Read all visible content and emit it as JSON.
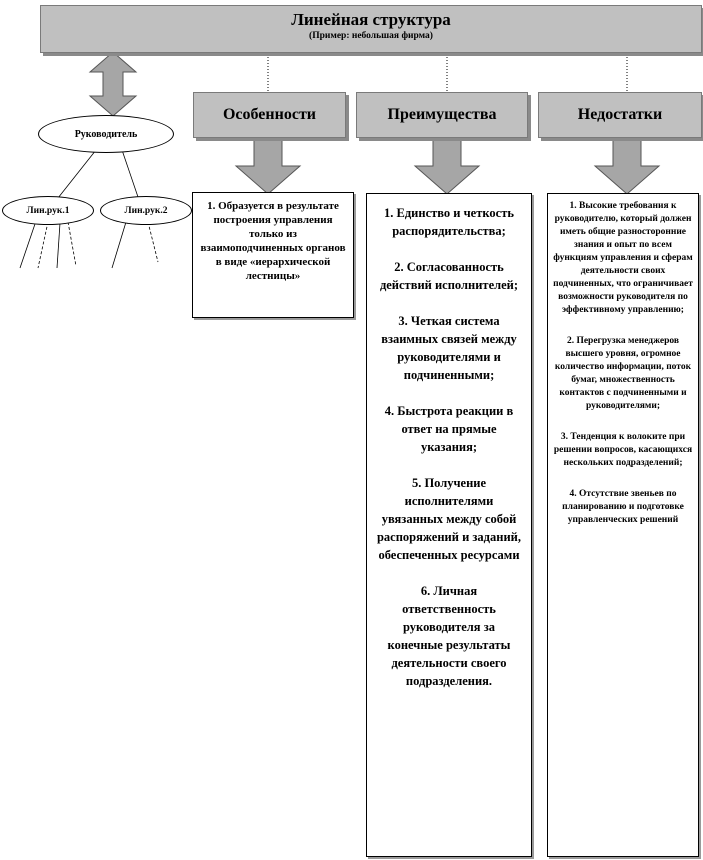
{
  "title": "Линейная структура",
  "subtitle": "(Пример: небольшая фирма)",
  "columns": {
    "features": {
      "header": "Особенности",
      "items": [
        "1. Образуется в результате построения управления только из взаимоподчиненных органов в виде «иерархической лестницы»"
      ]
    },
    "advantages": {
      "header": "Преимущества",
      "items": [
        "1. Единство и четкость распорядительства;",
        "2. Согласованность действий исполнителей;",
        "3. Четкая система взаимных связей между руководителями и подчиненными;",
        "4. Быстрота реакции в ответ на прямые указания;",
        "5. Получение исполнителями увязанных между собой распоряжений и заданий, обеспеченных ресурсами",
        "6. Личная ответственность руководителя за конечные результаты деятельности своего подразделения."
      ]
    },
    "disadvantages": {
      "header": "Недостатки",
      "items": [
        "1. Высокие требования к руководителю, который должен иметь общие разносторонние знания и опыт по всем функциям управления и сферам деятельности своих подчиненных, что ограничивает возможности руководителя по эффективному управлению;",
        "2. Перегрузка менеджеров высшего уровня, огромное количество информации, поток бумаг, множественность контактов с подчиненными и руководителями;",
        "3. Тенденция к волоките при решении вопросов, касающихся нескольких подразделений;",
        "4. Отсутствие звеньев по планированию и подготовке управленческих решений"
      ]
    }
  },
  "hierarchy": {
    "top": "Руководитель",
    "left": "Лин.рук.1",
    "right": "Лин.рук.2"
  },
  "colors": {
    "header_fill": "#c0c0c0",
    "arrow_fill": "#a6a6a6"
  }
}
